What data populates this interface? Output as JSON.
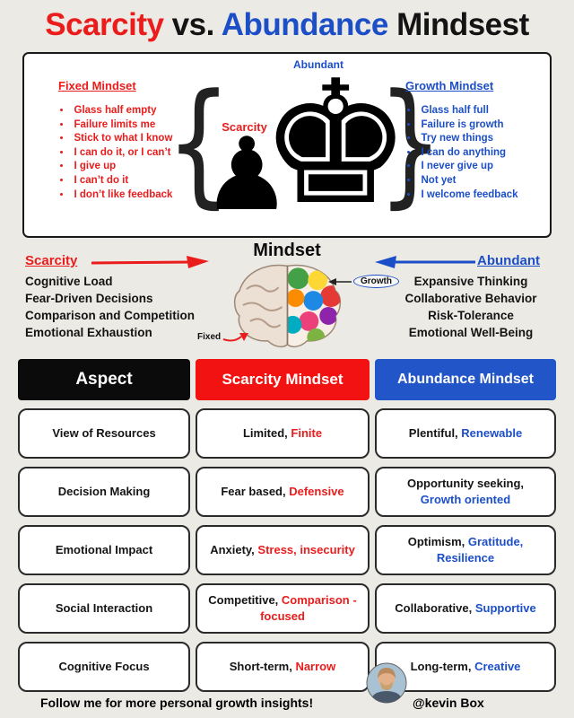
{
  "title": {
    "scarcity": "Scarcity",
    "vs": " vs. ",
    "abundance": "Abundance",
    "rest": " Mindsest"
  },
  "icons": {
    "pawn": "♟",
    "king": "♚",
    "left_brace": "{",
    "right_brace": "}"
  },
  "comparison_box": {
    "abundant_label": "Abundant",
    "scarcity_label": "Scarcity",
    "fixed": {
      "heading": "Fixed Mindset",
      "items": [
        "Glass half empty",
        "Failure limits me",
        "Stick to what I know",
        "I can do it, or I can’t",
        "I give up",
        "I can’t do it",
        "I don’t like feedback"
      ]
    },
    "growth": {
      "heading": "Growth Mindset",
      "items": [
        "Glass half full",
        "Failure is growth",
        "Try new things",
        "I can do anything",
        "I never give up",
        "Not yet",
        "I welcome feedback"
      ]
    }
  },
  "brain_section": {
    "heading": "Mindset",
    "scarcity_label": "Scarcity",
    "abundant_label": "Abundant",
    "growth_label": "Growth",
    "fixed_label": "Fixed",
    "scarcity_items": [
      "Cognitive Load",
      "Fear-Driven Decisions",
      "Comparison and Competition",
      "Emotional Exhaustion"
    ],
    "abundant_items": [
      "Expansive Thinking",
      "Collaborative Behavior",
      "Risk-Tolerance",
      "Emotional Well-Being"
    ]
  },
  "table": {
    "headers": [
      "Aspect",
      "Scarcity Mindset",
      "Abundance Mindset"
    ],
    "rows": [
      {
        "aspect": "View of Resources",
        "scarcity_plain": "Limited, ",
        "scarcity_colored": "Finite",
        "abundance_plain": "Plentiful, ",
        "abundance_colored": "Renewable"
      },
      {
        "aspect": "Decision Making",
        "scarcity_plain": "Fear based, ",
        "scarcity_colored": "Defensive",
        "abundance_plain": "Opportunity seeking, ",
        "abundance_colored": "Growth oriented"
      },
      {
        "aspect": "Emotional Impact",
        "scarcity_plain": "Anxiety, ",
        "scarcity_colored": "Stress, insecurity",
        "abundance_plain": "Optimism, ",
        "abundance_colored": "Gratitude, Resilience"
      },
      {
        "aspect": "Social Interaction",
        "scarcity_plain": "Competitive, ",
        "scarcity_colored": "Comparison - focused",
        "abundance_plain": "Collaborative, ",
        "abundance_colored": "Supportive"
      },
      {
        "aspect": "Cognitive Focus",
        "scarcity_plain": "Short-term, ",
        "scarcity_colored": "Narrow",
        "abundance_plain": "Long-term, ",
        "abundance_colored": "Creative"
      }
    ]
  },
  "footer": {
    "text": "Follow me for more personal growth insights!",
    "handle": "@kevin Box"
  },
  "colors": {
    "red": "#ea1c1c",
    "blue": "#1c4fc7",
    "black": "#141414",
    "header_red": "#f31212",
    "header_blue": "#2255c7"
  }
}
